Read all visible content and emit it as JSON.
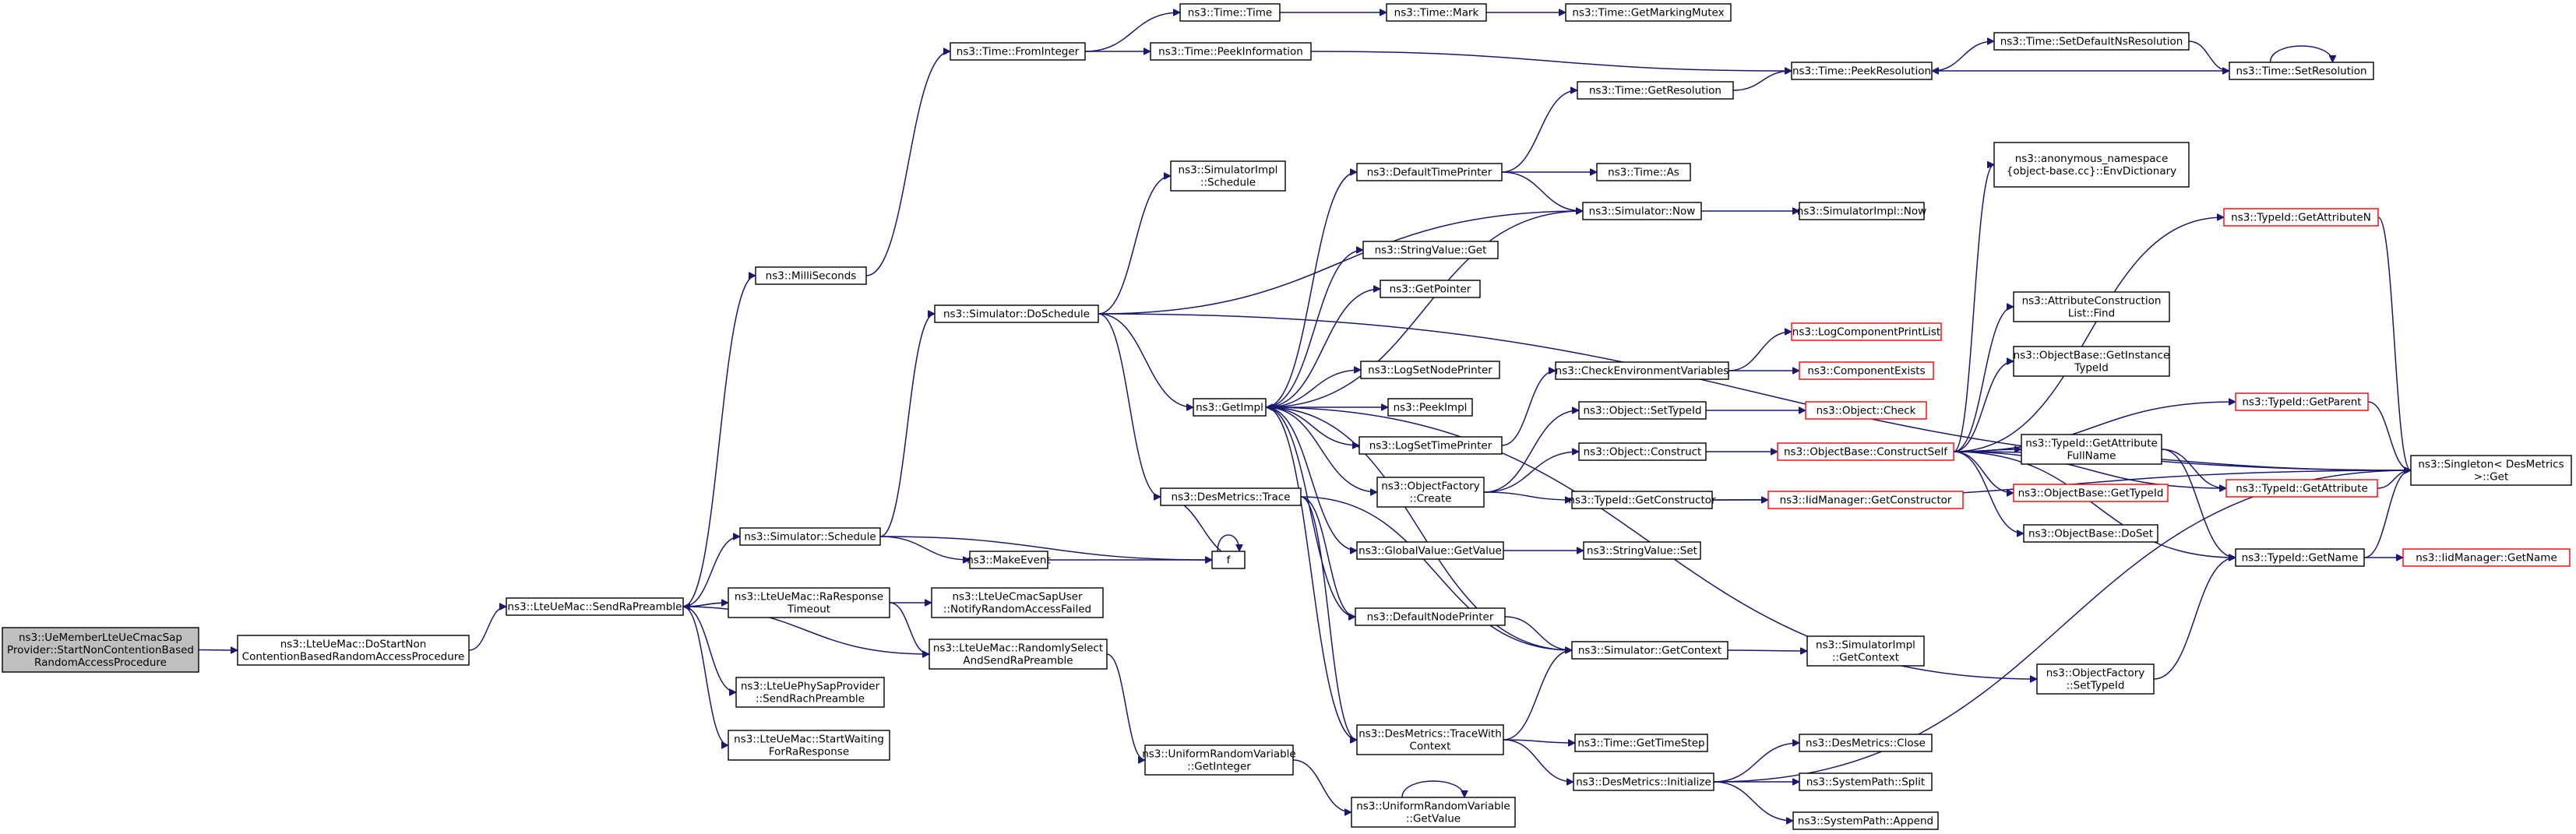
{
  "diagram": {
    "type": "call-graph",
    "nodes": [
      {
        "id": "n0",
        "lines": [
          "ns3::UeMemberLteUeCmacSap",
          "Provider::StartNonContentionBased",
          "RandomAccessProcedure"
        ],
        "root": true
      },
      {
        "id": "n1",
        "lines": [
          "ns3::LteUeMac::DoStartNon",
          "ContentionBasedRandomAccessProcedure"
        ]
      },
      {
        "id": "n2",
        "lines": [
          "ns3::LteUeMac::SendRaPreamble"
        ]
      },
      {
        "id": "n3",
        "lines": [
          "ns3::MilliSeconds"
        ]
      },
      {
        "id": "n4",
        "lines": [
          "ns3::Simulator::Schedule"
        ]
      },
      {
        "id": "n5",
        "lines": [
          "ns3::LteUeMac::RaResponse",
          "Timeout"
        ]
      },
      {
        "id": "n6",
        "lines": [
          "ns3::LteUePhySapProvider",
          "::SendRachPreamble"
        ]
      },
      {
        "id": "n7",
        "lines": [
          "ns3::LteUeMac::StartWaiting",
          "ForRaResponse"
        ]
      },
      {
        "id": "n8",
        "lines": [
          "ns3::Time::FromInteger"
        ]
      },
      {
        "id": "n9",
        "lines": [
          "ns3::Simulator::DoSchedule"
        ]
      },
      {
        "id": "n10",
        "lines": [
          "ns3::MakeEvent"
        ]
      },
      {
        "id": "n11",
        "lines": [
          "ns3::LteUeCmacSapUser",
          "::NotifyRandomAccessFailed"
        ]
      },
      {
        "id": "n12",
        "lines": [
          "ns3::LteUeMac::RandomlySelect",
          "AndSendRaPreamble"
        ]
      },
      {
        "id": "n13",
        "lines": [
          "ns3::UniformRandomVariable",
          "::GetInteger"
        ]
      },
      {
        "id": "n14",
        "lines": [
          "ns3::UniformRandomVariable",
          "::GetValue"
        ]
      },
      {
        "id": "n15",
        "lines": [
          "ns3::Time::Time"
        ]
      },
      {
        "id": "n16",
        "lines": [
          "ns3::Time::PeekInformation"
        ]
      },
      {
        "id": "n17",
        "lines": [
          "ns3::SimulatorImpl",
          "::Schedule"
        ]
      },
      {
        "id": "n18",
        "lines": [
          "ns3::GetImpl"
        ]
      },
      {
        "id": "n19",
        "lines": [
          "ns3::DesMetrics::Trace"
        ]
      },
      {
        "id": "n20",
        "lines": [
          "f"
        ]
      },
      {
        "id": "n21",
        "lines": [
          "ns3::Time::Mark"
        ]
      },
      {
        "id": "n22",
        "lines": [
          "ns3::Time::GetMarkingMutex"
        ]
      },
      {
        "id": "n23",
        "lines": [
          "ns3::DefaultTimePrinter"
        ]
      },
      {
        "id": "n24",
        "lines": [
          "ns3::StringValue::Get"
        ]
      },
      {
        "id": "n25",
        "lines": [
          "ns3::GetPointer"
        ]
      },
      {
        "id": "n26",
        "lines": [
          "ns3::LogSetNodePrinter"
        ]
      },
      {
        "id": "n27",
        "lines": [
          "ns3::PeekImpl"
        ]
      },
      {
        "id": "n28",
        "lines": [
          "ns3::LogSetTimePrinter"
        ]
      },
      {
        "id": "n29",
        "lines": [
          "ns3::ObjectFactory",
          "::Create"
        ]
      },
      {
        "id": "n30",
        "lines": [
          "ns3::GlobalValue::GetValue"
        ]
      },
      {
        "id": "n31",
        "lines": [
          "ns3::DefaultNodePrinter"
        ]
      },
      {
        "id": "n32",
        "lines": [
          "ns3::DesMetrics::TraceWith",
          "Context"
        ]
      },
      {
        "id": "n33",
        "lines": [
          "ns3::Time::GetResolution"
        ]
      },
      {
        "id": "n34",
        "lines": [
          "ns3::Time::As"
        ]
      },
      {
        "id": "n35",
        "lines": [
          "ns3::Simulator::Now"
        ]
      },
      {
        "id": "n36",
        "lines": [
          "ns3::CheckEnvironmentVariables"
        ]
      },
      {
        "id": "n37",
        "lines": [
          "ns3::Object::SetTypeId"
        ]
      },
      {
        "id": "n38",
        "lines": [
          "ns3::Object::Construct"
        ]
      },
      {
        "id": "n39",
        "lines": [
          "ns3::TypeId::GetConstructor"
        ]
      },
      {
        "id": "n40",
        "lines": [
          "ns3::StringValue::Set"
        ]
      },
      {
        "id": "n41",
        "lines": [
          "ns3::Simulator::GetContext"
        ]
      },
      {
        "id": "n42",
        "lines": [
          "ns3::Time::GetTimeStep"
        ]
      },
      {
        "id": "n43",
        "lines": [
          "ns3::DesMetrics::Initialize"
        ]
      },
      {
        "id": "n44",
        "lines": [
          "ns3::Time::PeekResolution"
        ]
      },
      {
        "id": "n45",
        "lines": [
          "ns3::SimulatorImpl::Now"
        ]
      },
      {
        "id": "n46",
        "lines": [
          "ns3::LogComponentPrintList"
        ],
        "red": true
      },
      {
        "id": "n47",
        "lines": [
          "ns3::ComponentExists"
        ],
        "red": true
      },
      {
        "id": "n48",
        "lines": [
          "ns3::Object::Check"
        ],
        "red": true
      },
      {
        "id": "n49",
        "lines": [
          "ns3::ObjectBase::ConstructSelf"
        ],
        "red": true
      },
      {
        "id": "n50",
        "lines": [
          "ns3::IidManager::GetConstructor"
        ],
        "red": true
      },
      {
        "id": "n51",
        "lines": [
          "ns3::SimulatorImpl",
          "::GetContext"
        ]
      },
      {
        "id": "n52",
        "lines": [
          "ns3::ObjectFactory",
          "::SetTypeId"
        ]
      },
      {
        "id": "n53",
        "lines": [
          "ns3::DesMetrics::Close"
        ]
      },
      {
        "id": "n54",
        "lines": [
          "ns3::SystemPath::Split"
        ]
      },
      {
        "id": "n55",
        "lines": [
          "ns3::SystemPath::Append"
        ]
      },
      {
        "id": "n56",
        "lines": [
          "ns3::Time::SetDefaultNsResolution"
        ]
      },
      {
        "id": "n57",
        "lines": [
          "ns3::anonymous_namespace",
          "{object-base.cc}::EnvDictionary"
        ]
      },
      {
        "id": "n58",
        "lines": [
          "ns3::AttributeConstruction",
          "List::Find"
        ]
      },
      {
        "id": "n59",
        "lines": [
          "ns3::ObjectBase::GetInstance",
          "TypeId"
        ]
      },
      {
        "id": "n60",
        "lines": [
          "ns3::TypeId::GetAttribute",
          "FullName"
        ]
      },
      {
        "id": "n61",
        "lines": [
          "ns3::ObjectBase::GetTypeId"
        ],
        "red": true
      },
      {
        "id": "n62",
        "lines": [
          "ns3::ObjectBase::DoSet"
        ]
      },
      {
        "id": "n63",
        "lines": [
          "ns3::Time::SetResolution"
        ]
      },
      {
        "id": "n64",
        "lines": [
          "ns3::TypeId::GetAttributeN"
        ],
        "red": true
      },
      {
        "id": "n65",
        "lines": [
          "ns3::TypeId::GetParent"
        ],
        "red": true
      },
      {
        "id": "n66",
        "lines": [
          "ns3::TypeId::GetAttribute"
        ],
        "red": true
      },
      {
        "id": "n67",
        "lines": [
          "ns3::TypeId::GetName"
        ]
      },
      {
        "id": "n68",
        "lines": [
          "ns3::Singleton< DesMetrics",
          ">::Get"
        ]
      },
      {
        "id": "n69",
        "lines": [
          "ns3::IidManager::GetName"
        ],
        "red": true
      }
    ],
    "edges": [
      [
        "n0",
        "n1"
      ],
      [
        "n1",
        "n2"
      ],
      [
        "n2",
        "n3"
      ],
      [
        "n2",
        "n4"
      ],
      [
        "n2",
        "n5"
      ],
      [
        "n2",
        "n6"
      ],
      [
        "n2",
        "n7"
      ],
      [
        "n5",
        "n2"
      ],
      [
        "n5",
        "n11"
      ],
      [
        "n5",
        "n12"
      ],
      [
        "n12",
        "n2"
      ],
      [
        "n12",
        "n13"
      ],
      [
        "n13",
        "n14"
      ],
      [
        "n14",
        "n14"
      ],
      [
        "n3",
        "n8"
      ],
      [
        "n8",
        "n15"
      ],
      [
        "n8",
        "n16"
      ],
      [
        "n15",
        "n21"
      ],
      [
        "n21",
        "n22"
      ],
      [
        "n16",
        "n44"
      ],
      [
        "n4",
        "n9"
      ],
      [
        "n4",
        "n10"
      ],
      [
        "n4",
        "n20"
      ],
      [
        "n10",
        "n20"
      ],
      [
        "n20",
        "n20"
      ],
      [
        "n9",
        "n17"
      ],
      [
        "n9",
        "n18"
      ],
      [
        "n9",
        "n35"
      ],
      [
        "n9",
        "n19"
      ],
      [
        "n9",
        "n68"
      ],
      [
        "n19",
        "n20"
      ],
      [
        "n19",
        "n31"
      ],
      [
        "n19",
        "n41"
      ],
      [
        "n19",
        "n32"
      ],
      [
        "n18",
        "n23"
      ],
      [
        "n18",
        "n24"
      ],
      [
        "n18",
        "n25"
      ],
      [
        "n18",
        "n26"
      ],
      [
        "n18",
        "n27"
      ],
      [
        "n18",
        "n28"
      ],
      [
        "n18",
        "n29"
      ],
      [
        "n18",
        "n30"
      ],
      [
        "n18",
        "n31"
      ],
      [
        "n18",
        "n41"
      ],
      [
        "n18",
        "n52"
      ],
      [
        "n18",
        "n32"
      ],
      [
        "n23",
        "n33"
      ],
      [
        "n23",
        "n34"
      ],
      [
        "n23",
        "n35"
      ],
      [
        "n33",
        "n44"
      ],
      [
        "n35",
        "n45"
      ],
      [
        "n35",
        "n18"
      ],
      [
        "n28",
        "n36"
      ],
      [
        "n36",
        "n46"
      ],
      [
        "n36",
        "n47"
      ],
      [
        "n29",
        "n37"
      ],
      [
        "n29",
        "n38"
      ],
      [
        "n29",
        "n39"
      ],
      [
        "n37",
        "n48"
      ],
      [
        "n38",
        "n49"
      ],
      [
        "n39",
        "n50"
      ],
      [
        "n39",
        "n68"
      ],
      [
        "n30",
        "n40"
      ],
      [
        "n31",
        "n41"
      ],
      [
        "n41",
        "n51"
      ],
      [
        "n32",
        "n41"
      ],
      [
        "n32",
        "n42"
      ],
      [
        "n32",
        "n43"
      ],
      [
        "n43",
        "n53"
      ],
      [
        "n43",
        "n54"
      ],
      [
        "n43",
        "n55"
      ],
      [
        "n43",
        "n68"
      ],
      [
        "n44",
        "n56"
      ],
      [
        "n56",
        "n63"
      ],
      [
        "n63",
        "n63"
      ],
      [
        "n63",
        "n44"
      ],
      [
        "n49",
        "n57"
      ],
      [
        "n49",
        "n58"
      ],
      [
        "n49",
        "n59"
      ],
      [
        "n49",
        "n60"
      ],
      [
        "n49",
        "n61"
      ],
      [
        "n49",
        "n62"
      ],
      [
        "n49",
        "n64"
      ],
      [
        "n49",
        "n65"
      ],
      [
        "n49",
        "n66"
      ],
      [
        "n49",
        "n67"
      ],
      [
        "n49",
        "n68"
      ],
      [
        "n60",
        "n66"
      ],
      [
        "n60",
        "n67"
      ],
      [
        "n52",
        "n67"
      ],
      [
        "n64",
        "n68"
      ],
      [
        "n65",
        "n68"
      ],
      [
        "n66",
        "n68"
      ],
      [
        "n67",
        "n68"
      ],
      [
        "n67",
        "n69"
      ]
    ]
  }
}
